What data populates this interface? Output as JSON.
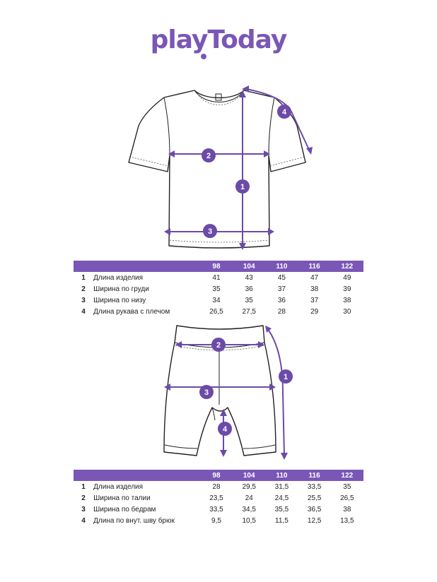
{
  "brand": {
    "logo_text": "playToday",
    "accent_color": "#7a57b6"
  },
  "tshirt": {
    "badges": [
      "1",
      "2",
      "3",
      "4"
    ],
    "table": {
      "sizes": [
        "98",
        "104",
        "110",
        "116",
        "122"
      ],
      "rows": [
        {
          "num": "1",
          "label": "Длина изделия",
          "values": [
            "41",
            "43",
            "45",
            "47",
            "49"
          ]
        },
        {
          "num": "2",
          "label": "Ширина по груди",
          "values": [
            "35",
            "36",
            "37",
            "38",
            "39"
          ]
        },
        {
          "num": "3",
          "label": "Ширина по низу",
          "values": [
            "34",
            "35",
            "36",
            "37",
            "38"
          ]
        },
        {
          "num": "4",
          "label": "Длина рукава с плечом",
          "values": [
            "26,5",
            "27,5",
            "28",
            "29",
            "30"
          ]
        }
      ]
    }
  },
  "shorts": {
    "badges": [
      "1",
      "2",
      "3",
      "4"
    ],
    "table": {
      "sizes": [
        "98",
        "104",
        "110",
        "116",
        "122"
      ],
      "rows": [
        {
          "num": "1",
          "label": "Длина изделия",
          "values": [
            "28",
            "29,5",
            "31,5",
            "33,5",
            "35"
          ]
        },
        {
          "num": "2",
          "label": "Ширина по талии",
          "values": [
            "23,5",
            "24",
            "24,5",
            "25,5",
            "26,5"
          ]
        },
        {
          "num": "3",
          "label": "Ширина по бедрам",
          "values": [
            "33,5",
            "34,5",
            "35,5",
            "36,5",
            "38"
          ]
        },
        {
          "num": "4",
          "label": "Длина по внут. шву брюк",
          "values": [
            "9,5",
            "10,5",
            "11,5",
            "12,5",
            "13,5"
          ]
        }
      ]
    }
  }
}
